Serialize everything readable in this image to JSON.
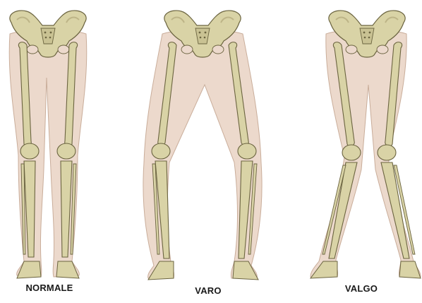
{
  "figures": [
    {
      "id": "normale",
      "label": "NORMALE"
    },
    {
      "id": "varo",
      "label": "VARO"
    },
    {
      "id": "valgo",
      "label": "VALGO"
    }
  ],
  "colors": {
    "skin": "#ecd9cc",
    "skin_outline": "#c9ad9a",
    "bone": "#d9d3a6",
    "bone_outline": "#6b6440",
    "bone_shadow": "#bdb487"
  }
}
